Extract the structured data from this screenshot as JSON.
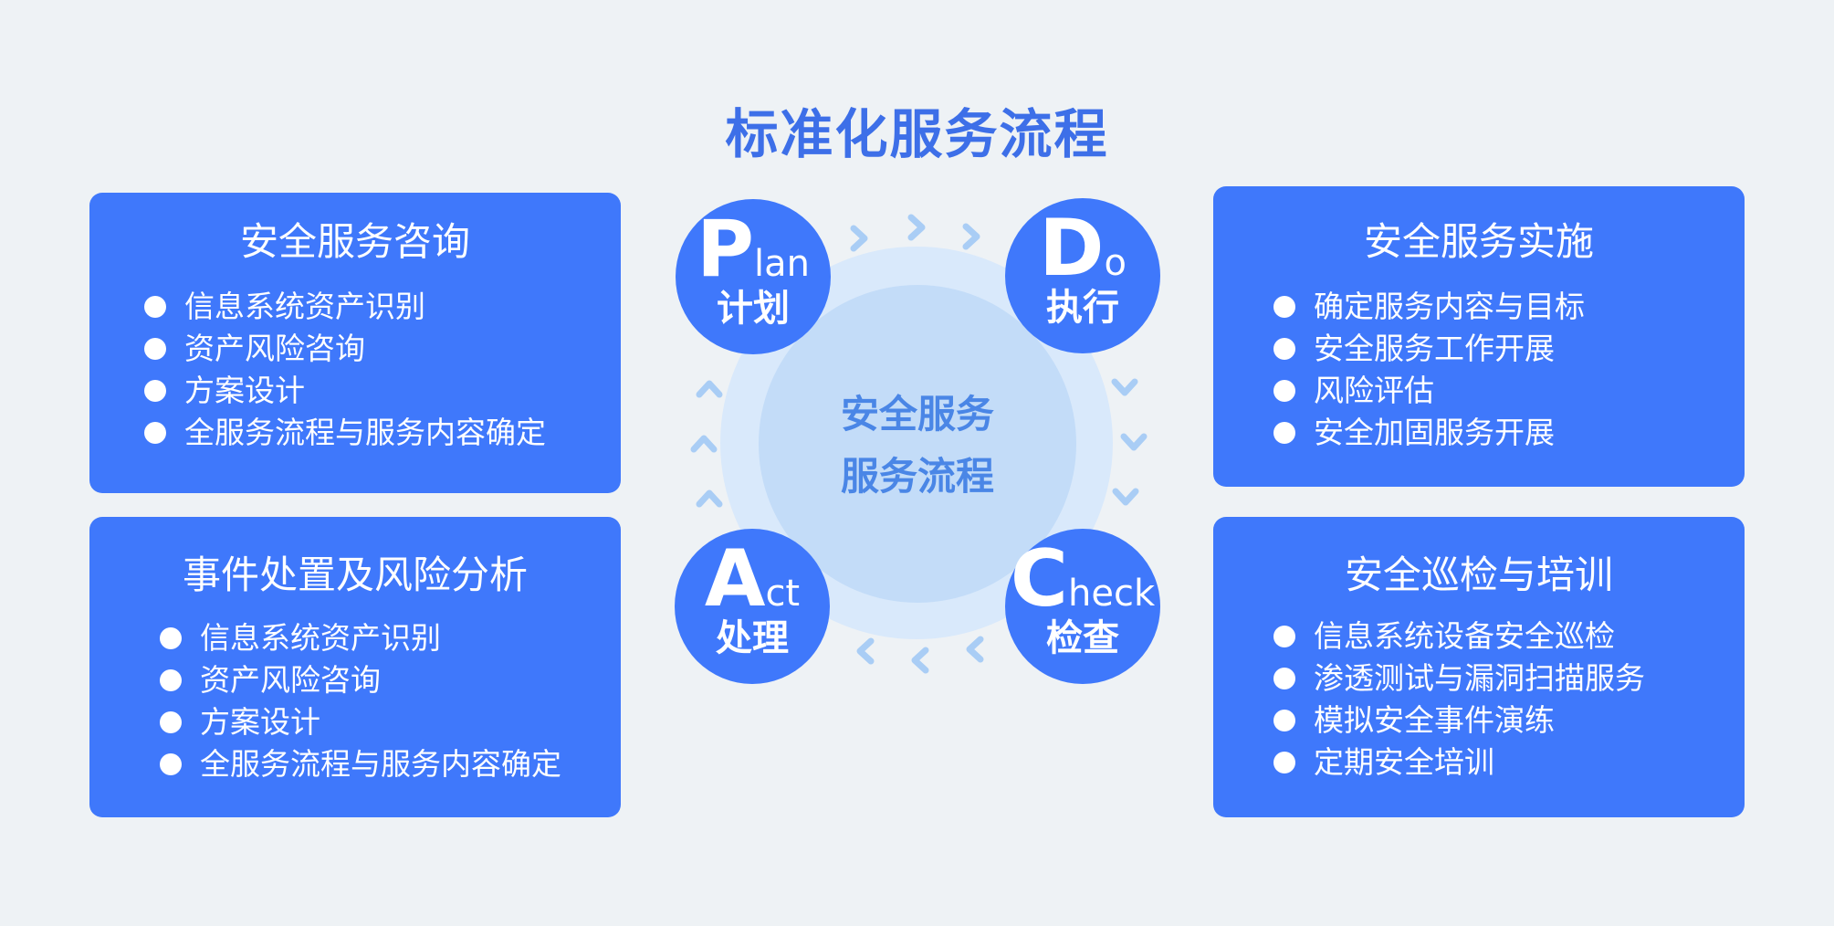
{
  "title": "标准化服务流程",
  "center": {
    "line1": "安全服务",
    "line2": "服务流程"
  },
  "phases": {
    "plan": {
      "initial": "P",
      "rest": "lan",
      "cn": "计划"
    },
    "do": {
      "initial": "D",
      "rest": "o",
      "cn": "执行"
    },
    "act": {
      "initial": "A",
      "rest": "ct",
      "cn": "处理"
    },
    "check": {
      "initial": "C",
      "rest": "heck",
      "cn": "检查"
    }
  },
  "cards": {
    "consult": {
      "title": "安全服务咨询",
      "items": [
        "信息系统资产识别",
        "资产风险咨询",
        "方案设计",
        "全服务流程与服务内容确定"
      ]
    },
    "incident": {
      "title": "事件处置及风险分析",
      "items": [
        "信息系统资产识别",
        "资产风险咨询",
        "方案设计",
        "全服务流程与服务内容确定"
      ]
    },
    "implement": {
      "title": "安全服务实施",
      "items": [
        "确定服务内容与目标",
        "安全服务工作开展",
        "风险评估",
        "安全加固服务开展"
      ]
    },
    "inspection": {
      "title": "安全巡检与培训",
      "items": [
        "信息系统设备安全巡检",
        "渗透测试与漏洞扫描服务",
        "模拟安全事件演练",
        "定期安全培训"
      ]
    }
  },
  "colors": {
    "card": "#3f78fb",
    "title": "#3d6fe8",
    "ring": "#d9e9fb",
    "inner": "#c3dcf8",
    "arrow": "#a9cdf5"
  }
}
